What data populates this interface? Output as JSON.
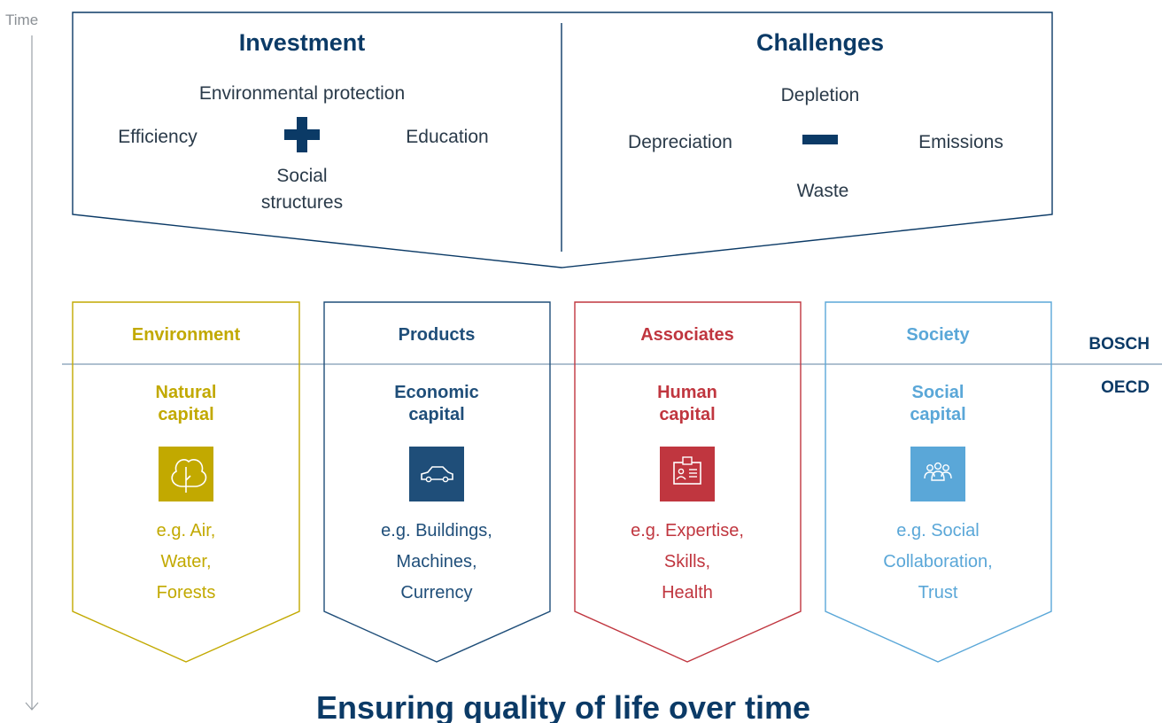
{
  "time_label": "Time",
  "investment": {
    "title": "Investment",
    "items": [
      "Environmental protection",
      "Efficiency",
      "Education",
      "Social",
      "structures"
    ]
  },
  "challenges": {
    "title": "Challenges",
    "items": [
      "Depletion",
      "Depreciation",
      "Emissions",
      "Waste"
    ]
  },
  "side_labels": {
    "top": "BOSCH",
    "bottom": "OECD"
  },
  "pillars": [
    {
      "title": "Environment",
      "capital_line1": "Natural",
      "capital_line2": "capital",
      "icon": "tree-icon",
      "color": "#c2a900",
      "examples": [
        "e.g. Air,",
        "Water,",
        "Forests"
      ]
    },
    {
      "title": "Products",
      "capital_line1": "Economic",
      "capital_line2": "capital",
      "icon": "car-icon",
      "color": "#1f4e79",
      "examples": [
        "e.g. Buildings,",
        "Machines,",
        "Currency"
      ]
    },
    {
      "title": "Associates",
      "capital_line1": "Human",
      "capital_line2": "capital",
      "icon": "id-badge-icon",
      "color": "#c0363f",
      "examples": [
        "e.g. Expertise,",
        "Skills,",
        "Health"
      ]
    },
    {
      "title": "Society",
      "capital_line1": "Social",
      "capital_line2": "capital",
      "icon": "people-group-icon",
      "color": "#5aa7d8",
      "examples": [
        "e.g. Social",
        "Collaboration,",
        "Trust"
      ]
    }
  ],
  "footer": "Ensuring quality of life over time",
  "colors": {
    "navy": "#0b3a66",
    "text": "#2a3a49",
    "gray": "#8a8f94"
  }
}
